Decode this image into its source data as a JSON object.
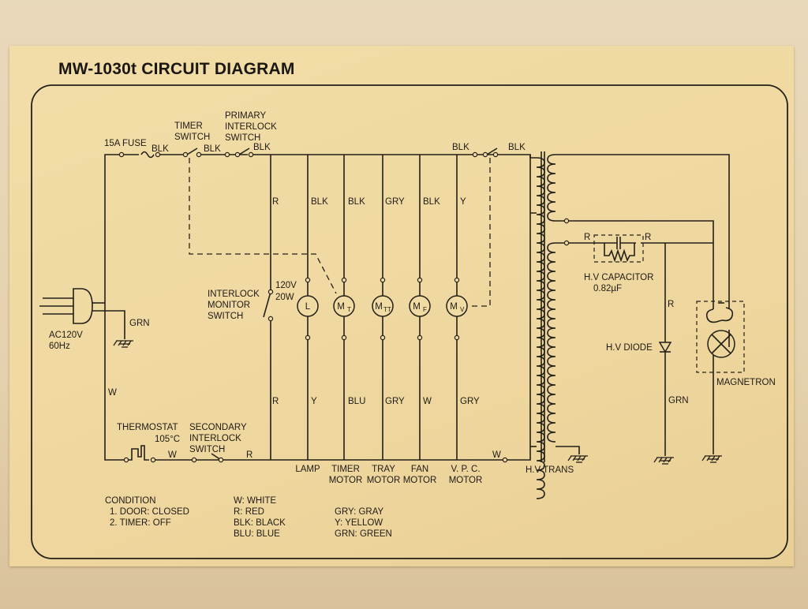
{
  "title": "MW-1030t CIRCUIT DIAGRAM",
  "labels": {
    "fuse": "15A FUSE",
    "blk1": "BLK",
    "timer_switch_1": "TIMER",
    "timer_switch_2": "SWITCH",
    "blk2": "BLK",
    "primary_1": "PRIMARY",
    "primary_2": "INTERLOCK",
    "primary_3": "SWITCH",
    "blk3": "BLK",
    "blk_top_left": "BLK",
    "blk_top_right": "BLK",
    "ac_1": "AC120V",
    "ac_2": "60Hz",
    "grn_plug": "GRN",
    "w_left": "W",
    "monitor_1": "INTERLOCK",
    "monitor_2": "MONITOR",
    "monitor_3": "SWITCH",
    "lamp_rating_1": "120V",
    "lamp_rating_2": "20W",
    "thermostat": "THERMOSTAT",
    "thermostat_temp": "105°C",
    "secondary_1": "SECONDARY",
    "secondary_2": "INTERLOCK",
    "secondary_3": "SWITCH",
    "w_bottom1": "W",
    "r_bottom": "R",
    "w_bottom2": "W",
    "hv_capacitor": "H.V CAPACITOR",
    "capacitance": "0.82µF",
    "r_cap_left": "R",
    "r_cap_right": "R",
    "r_diode": "R",
    "hv_diode": "H.V DIODE",
    "grn_diode": "GRN",
    "magnetron": "MAGNETRON",
    "hv_trans": "H.V TRANS"
  },
  "branches": [
    {
      "top_color": "R",
      "bottom_color": "R",
      "symbol": "",
      "sub": "",
      "name_1": "",
      "name_2": ""
    },
    {
      "top_color": "BLK",
      "bottom_color": "Y",
      "symbol": "L",
      "sub": "",
      "name_1": "LAMP",
      "name_2": ""
    },
    {
      "top_color": "BLK",
      "bottom_color": "BLU",
      "symbol": "M",
      "sub": "T",
      "name_1": "TIMER",
      "name_2": "MOTOR"
    },
    {
      "top_color": "GRY",
      "bottom_color": "GRY",
      "symbol": "M",
      "sub": "TT",
      "name_1": "TRAY",
      "name_2": "MOTOR"
    },
    {
      "top_color": "BLK",
      "bottom_color": "W",
      "symbol": "M",
      "sub": "F",
      "name_1": "FAN",
      "name_2": "MOTOR"
    },
    {
      "top_color": "Y",
      "bottom_color": "GRY",
      "symbol": "M",
      "sub": "V",
      "name_1": "V. P. C.",
      "name_2": "MOTOR"
    }
  ],
  "condition": {
    "heading": "CONDITION",
    "items": [
      "1. DOOR: CLOSED",
      "2. TIMER: OFF"
    ]
  },
  "legend": {
    "col1": [
      "W: WHITE",
      "R: RED",
      "BLK: BLACK",
      "BLU: BLUE"
    ],
    "col2": [
      "GRY: GRAY",
      "Y: YELLOW",
      "GRN: GREEN"
    ]
  }
}
